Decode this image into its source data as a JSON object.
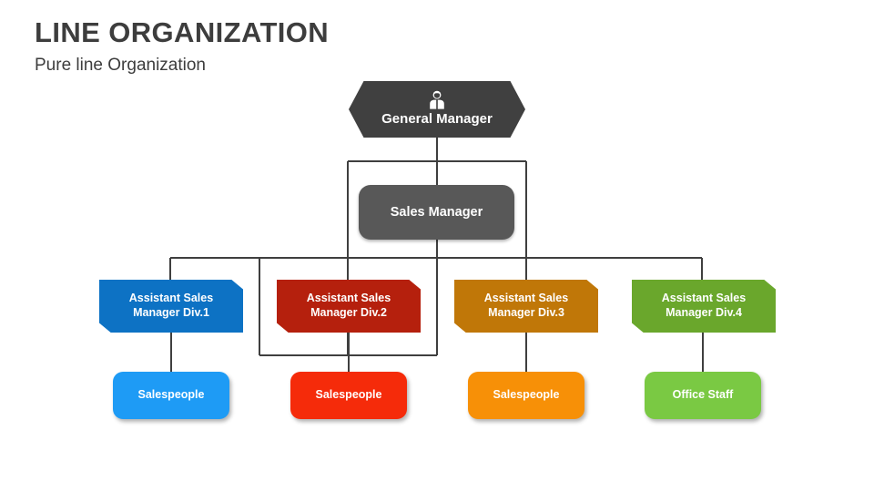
{
  "slide": {
    "title": "LINE ORGANIZATION",
    "subtitle": "Pure line Organization",
    "background": "#ffffff",
    "title_color": "#3d3d3d",
    "connector_color": "#3f3f3f"
  },
  "chart_data": {
    "type": "diagram",
    "diagram_type": "organization-chart",
    "title": "LINE ORGANIZATION",
    "subtitle": "Pure line Organization",
    "levels": 4,
    "nodes": [
      {
        "id": "general-manager",
        "label": "General Manager",
        "level": 1,
        "shape": "hexagon",
        "color": "#404040",
        "text_color": "#ffffff",
        "icon": "person-icon"
      },
      {
        "id": "sales-manager",
        "label": "Sales Manager",
        "level": 2,
        "shape": "rounded-rectangle",
        "color": "#585858",
        "text_color": "#ffffff",
        "parent": "general-manager"
      },
      {
        "id": "assistant-sales-manager-div-1",
        "label": "Assistant Sales\nManager Div.1",
        "line1": "Assistant Sales",
        "line2": "Manager Div.1",
        "level": 3,
        "shape": "clipped-corner-banner",
        "color": "#0d72c4",
        "text_color": "#ffffff",
        "parent": "sales-manager"
      },
      {
        "id": "assistant-sales-manager-div-2",
        "label": "Assistant Sales\nManager Div.2",
        "line1": "Assistant Sales",
        "line2": "Manager Div.2",
        "level": 3,
        "shape": "clipped-corner-banner",
        "color": "#b5200d",
        "text_color": "#ffffff",
        "parent": "sales-manager"
      },
      {
        "id": "assistant-sales-manager-div-3",
        "label": "Assistant Sales\nManager Div.3",
        "line1": "Assistant Sales",
        "line2": "Manager Div.3",
        "level": 3,
        "shape": "clipped-corner-banner",
        "color": "#c07708",
        "text_color": "#ffffff",
        "parent": "sales-manager"
      },
      {
        "id": "assistant-sales-manager-div-4",
        "label": "Assistant Sales\nManager Div.4",
        "line1": "Assistant Sales",
        "line2": "Manager Div.4",
        "level": 3,
        "shape": "clipped-corner-banner",
        "color": "#6aa72c",
        "text_color": "#ffffff",
        "parent": "sales-manager"
      },
      {
        "id": "salespeople-1",
        "label": "Salespeople",
        "level": 4,
        "shape": "rounded-rectangle",
        "color": "#1e9bf5",
        "text_color": "#ffffff",
        "parent": "assistant-sales-manager-div-1"
      },
      {
        "id": "salespeople-2",
        "label": "Salespeople",
        "level": 4,
        "shape": "rounded-rectangle",
        "color": "#f52b0a",
        "text_color": "#ffffff",
        "parent": "assistant-sales-manager-div-2"
      },
      {
        "id": "salespeople-3",
        "label": "Salespeople",
        "level": 4,
        "shape": "rounded-rectangle",
        "color": "#f79007",
        "text_color": "#ffffff",
        "parent": "assistant-sales-manager-div-3"
      },
      {
        "id": "office-staff",
        "label": "Office Staff",
        "level": 4,
        "shape": "rounded-rectangle",
        "color": "#7ac943",
        "text_color": "#ffffff",
        "parent": "assistant-sales-manager-div-4"
      }
    ]
  }
}
